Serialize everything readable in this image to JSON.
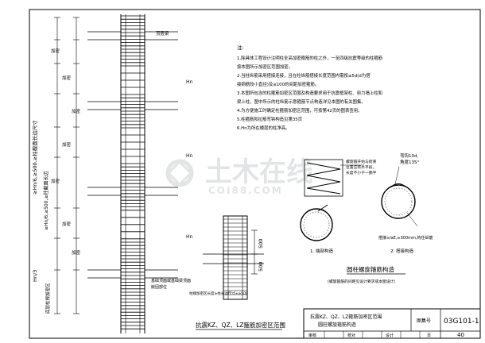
{
  "notes": {
    "heading": "注:",
    "items": [
      "1.除具体工程设计注明柱全高加密箍筋的柱之外，一至四级抗震等级的柱箍筋",
      "  按本图所示加密区范围加密。",
      "2.当柱纵筋采用搭接连接，且在柱纵筋搭接长度范围内需按≤5d(d为搭",
      "  接钢筋较小直径)及≤100的间距加密箍筋。",
      "3.本图所包含的柱箍筋加密区范围及构造要求用于抗震框架柱、剪力墙上柱和",
      "  梁上柱，图中所示的柱纵筋示意箍筋节点构造详见本图的有关图集。",
      "4.为方便施工时确定柱箍筋加密区范围，可按第42页的图表查用。",
      "5.柱箍筋和拉筋弯钩构造见第35页",
      "6.Hn为所在楼层的柱净高。"
    ]
  },
  "left_labels": {
    "floor_labels": [
      "顶层梁",
      "嵌固部位"
    ],
    "dim_jm": "加密",
    "dim_hn": "Hn",
    "vert_main": "≥Hn/6,≥500,≥柱截面长边尺寸",
    "vert_side": "≥Hn/6,≥500,≥柱截面长边",
    "vert_base": "Hn/3",
    "base_note": "底层柱根加密区",
    "hang_note": "基础顶面或基础梁顶面"
  },
  "section_detail": {
    "dims": [
      "500",
      "500"
    ],
    "label": "柱端加密区长度≥柱长边尺寸+≥500",
    "caption": "抗震KZ、QZ、LZ箍筋加密区范围"
  },
  "spiral": {
    "top_note_lines": [
      "螺旋箍开始与结束",
      "位置应有水平段，",
      "长度不小于一圈半"
    ],
    "hook_note_lines": [
      "弯钩10d,",
      "角度135°"
    ],
    "lap_note": "搭接≥laE,≥300mm,钩住纵筋",
    "label_a": "1. 端部构造",
    "label_b": "2. 搭接构造",
    "caption": "圆柱螺旋箍筋构造",
    "subcaption": "(螺旋箍筋的间距见设计要求或本图设计)"
  },
  "title_block": {
    "title_line1": "抗震KZ、QZ、LZ箍筋加密区范围",
    "title_line2": "圆柱螺旋箍筋构造",
    "atlas_label": "图集号",
    "atlas_no": "03G101-1",
    "sign_cells": [
      "审核",
      "",
      "校对",
      "",
      "设计",
      "",
      "页"
    ],
    "page_no": "40"
  },
  "watermark": {
    "text": "土木在线",
    "sub": "COI88.COM"
  }
}
